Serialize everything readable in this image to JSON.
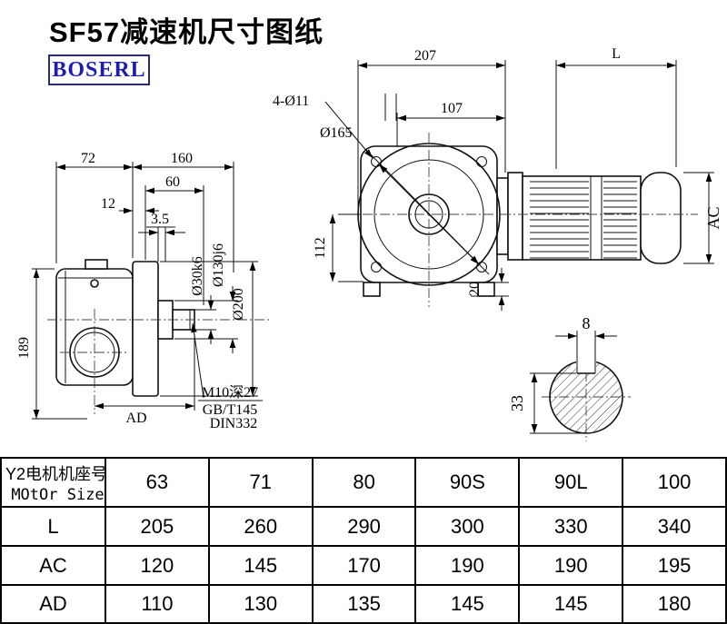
{
  "page": {
    "title": "SF57减速机尺寸图纸",
    "brand": "BOSERL"
  },
  "left_view": {
    "dim_72": "72",
    "dim_160": "160",
    "dim_60": "60",
    "dim_12": "12",
    "dim_3_5": "3.5",
    "dim_189": "189",
    "dim_ad": "AD",
    "dia_shaft": "Ø30k6",
    "dia_spigot": "Ø130j6",
    "dia_flange": "Ø200",
    "tap_note": "M10深27",
    "std_gb": "GB/T145",
    "std_din": "DIN332"
  },
  "front_view": {
    "dim_207": "207",
    "dim_l": "L",
    "holes": "4-Ø11",
    "dim_107": "107",
    "dia_165": "Ø165",
    "dim_112": "112",
    "dim_ac": "AC",
    "dim_20": "20"
  },
  "shaft_view": {
    "dim_8": "8",
    "dim_33": "33"
  },
  "table": {
    "row0": {
      "label_cn": "Y2电机机座号",
      "label_en": "MOtOr Size",
      "values": [
        "63",
        "71",
        "80",
        "90S",
        "90L",
        "100"
      ]
    },
    "rows": [
      {
        "label": "L",
        "values": [
          "205",
          "260",
          "290",
          "300",
          "330",
          "340"
        ]
      },
      {
        "label": "AC",
        "values": [
          "120",
          "145",
          "170",
          "190",
          "190",
          "195"
        ]
      },
      {
        "label": "AD",
        "values": [
          "110",
          "130",
          "135",
          "145",
          "145",
          "180"
        ]
      }
    ]
  }
}
